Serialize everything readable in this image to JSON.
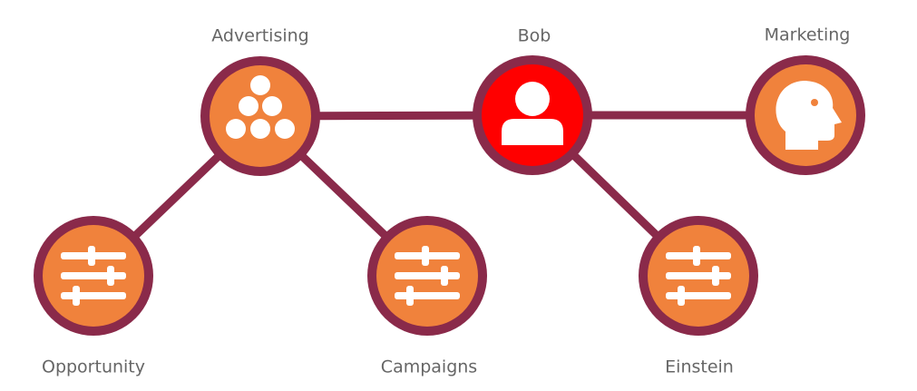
{
  "colors": {
    "edge": "#8a2a4a",
    "ring": "#8a2a4a",
    "node_fill": "#f0823c",
    "highlight_fill": "#ff0000",
    "glyph": "#ffffff",
    "label": "#666666"
  },
  "nodes": [
    {
      "id": "advertising",
      "label": "Advertising",
      "icon": "dots-cluster-icon",
      "highlight": false
    },
    {
      "id": "bob",
      "label": "Bob",
      "icon": "person-icon",
      "highlight": true
    },
    {
      "id": "marketing",
      "label": "Marketing",
      "icon": "head-profile-icon",
      "highlight": false
    },
    {
      "id": "opportunity",
      "label": "Opportunity",
      "icon": "sliders-icon",
      "highlight": false
    },
    {
      "id": "campaigns",
      "label": "Campaigns",
      "icon": "sliders-icon",
      "highlight": false
    },
    {
      "id": "einstein",
      "label": "Einstein",
      "icon": "sliders-icon",
      "highlight": false
    }
  ],
  "edges": [
    {
      "from": "advertising",
      "to": "bob"
    },
    {
      "from": "bob",
      "to": "marketing"
    },
    {
      "from": "advertising",
      "to": "opportunity"
    },
    {
      "from": "advertising",
      "to": "campaigns"
    },
    {
      "from": "bob",
      "to": "einstein"
    }
  ]
}
